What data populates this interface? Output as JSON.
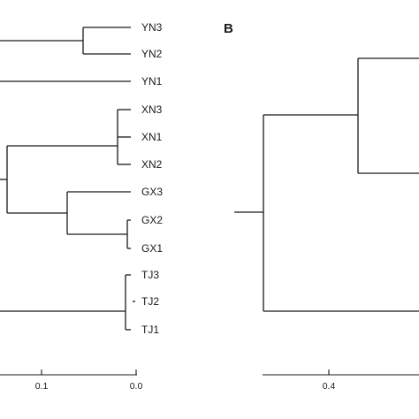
{
  "panel_b": {
    "label": "B"
  },
  "tree_a": {
    "leaves": [
      {
        "label": "YN3"
      },
      {
        "label": "YN2"
      },
      {
        "label": "YN1"
      },
      {
        "label": "XN3"
      },
      {
        "label": "XN1"
      },
      {
        "label": "XN2"
      },
      {
        "label": "GX3"
      },
      {
        "label": "GX2"
      },
      {
        "label": "GX1"
      },
      {
        "label": "TJ3"
      },
      {
        "label": "TJ2"
      },
      {
        "label": "TJ1"
      }
    ],
    "scale_ticks": [
      "0.1",
      "0.0"
    ]
  },
  "tree_b": {
    "scale_ticks": [
      "0.4"
    ]
  },
  "colors": {
    "line": "#1a1a1a",
    "background": "#ffffff"
  }
}
